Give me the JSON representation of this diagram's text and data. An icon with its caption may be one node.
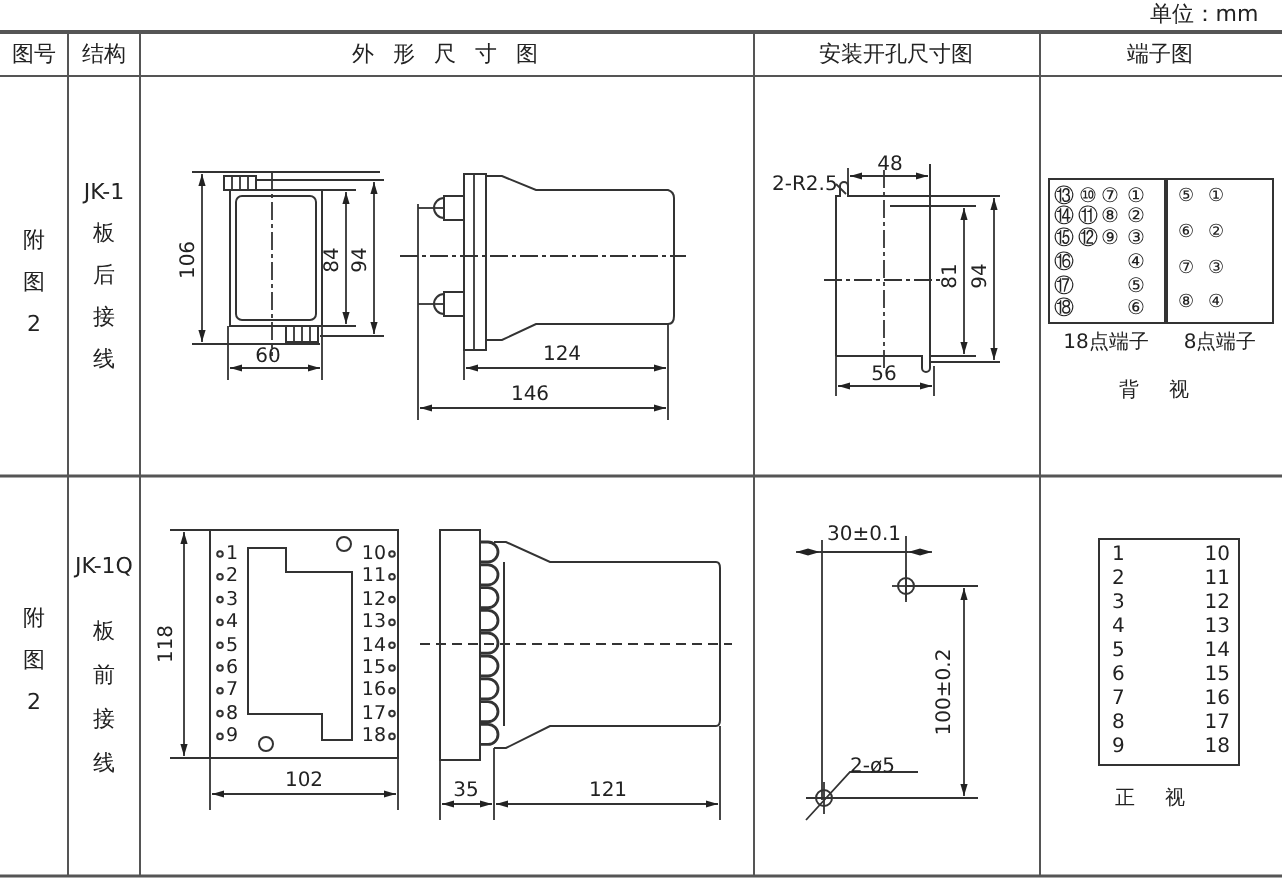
{
  "diagram": {
    "nodes": [
      {
        "text": [
          "2-R2.5"
        ]
      },
      {
        "text": [
          "⑬",
          "⑩",
          "⑦",
          "①",
          "⑭",
          "⑪",
          "⑧",
          "②",
          "⑮",
          "⑫",
          "⑨",
          "③",
          "⑯",
          "④",
          "⑰",
          "⑤",
          "⑱",
          "⑥"
        ],
        "beside": [
          "18点端子"
        ]
      },
      {
        "text": [
          "⑤",
          "①",
          "⑥",
          "②",
          "⑦",
          "③",
          "⑧",
          "④"
        ],
        "beside": [
          "8点端子"
        ]
      },
      {
        "text": [
          "2-ø5"
        ]
      },
      {
        "text": [
          "1",
          "10",
          "2",
          "11",
          "3",
          "12",
          "4",
          "13",
          "5",
          "14",
          "6",
          "15",
          "7",
          "16",
          "8",
          "17",
          "9",
          "18"
        ]
      }
    ],
    "edges": [
      {
        "from": 0,
        "to": null,
        "arrow": "none"
      },
      {
        "from": 3,
        "to": null,
        "arrow": "none"
      }
    ],
    "labels": [
      "单位：mm",
      "图号",
      "结构",
      "外 形 尺 寸 图",
      "安装开孔尺寸图",
      "端子图",
      "附图2",
      "JK-1",
      "板后接线",
      "106",
      "84",
      "94",
      "60",
      "124",
      "146",
      "48",
      "81",
      "94",
      "56",
      "背 视",
      "附图2",
      "JK-1Q",
      "板前接线",
      "1",
      "10",
      "2",
      "11",
      "3",
      "12",
      "4",
      "13",
      "5",
      "14",
      "6",
      "15",
      "7",
      "16",
      "8",
      "17",
      "9",
      "18",
      "118",
      "102",
      "35",
      "121",
      "30±0.1",
      "100±0.2",
      "正 视"
    ]
  }
}
